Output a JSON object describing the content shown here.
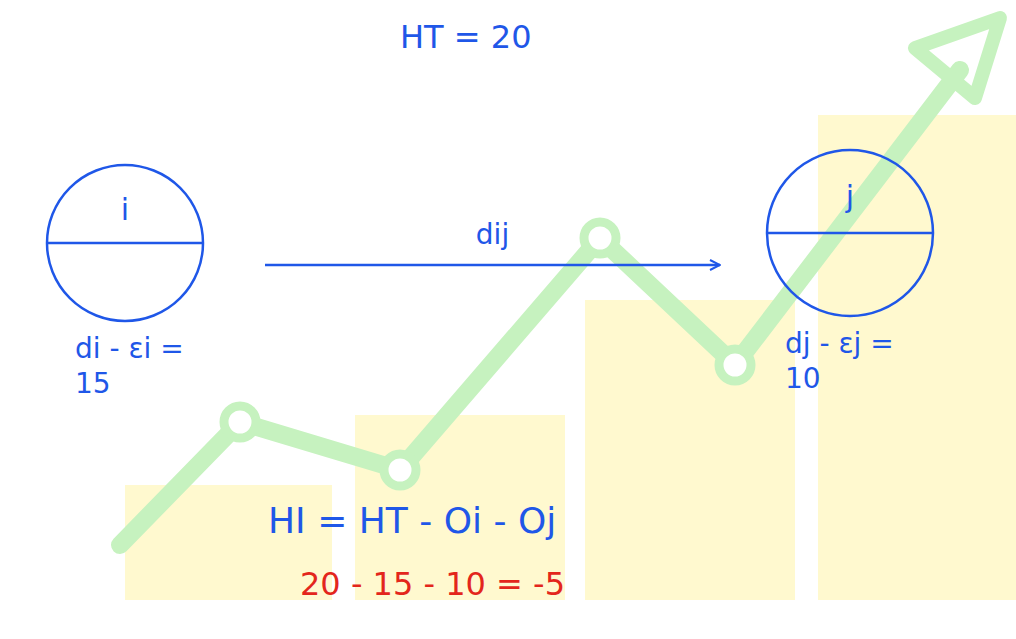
{
  "diagram": {
    "nodes": [
      {
        "text": [
          "i",
          "di - εi = 15"
        ]
      },
      {
        "text": [
          "j",
          "dj - εj = 10"
        ]
      }
    ],
    "edges": [
      {
        "from": 0,
        "to": 1,
        "arrow": "to",
        "label": "dij"
      }
    ],
    "labels": [
      "HT = 20",
      "HI = HT - Oi - Oj",
      "20 - 15 - 10 = -5"
    ]
  }
}
